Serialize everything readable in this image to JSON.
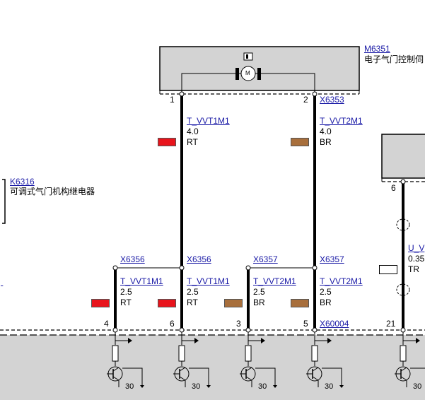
{
  "components": {
    "m6351": {
      "id": "M6351",
      "desc": "电子气门控制伺",
      "motor_glyph": "M"
    },
    "k6316": {
      "id": "K6316",
      "desc": "可调式气门机构继电器"
    }
  },
  "connectors": {
    "x6353": "X6353",
    "x6356_a": "X6356",
    "x6356_b": "X6356",
    "x6357_a": "X6357",
    "x6357_b": "X6357",
    "x60004": "X60004"
  },
  "pins": {
    "m_pin1": "1",
    "m_pin2": "2",
    "right_pin6": "6",
    "b4": "4",
    "b6": "6",
    "b3": "3",
    "b5": "5",
    "b21": "21"
  },
  "wires": [
    {
      "key": "w1",
      "name": "T_VVT1M1",
      "size": "4.0",
      "color_code": "RT",
      "swatch": "red"
    },
    {
      "key": "w2",
      "name": "T_VVT2M1",
      "size": "4.0",
      "color_code": "BR",
      "swatch": "brown"
    },
    {
      "key": "w3",
      "name": "T_VVT1M1",
      "size": "2.5",
      "color_code": "RT",
      "swatch": "red"
    },
    {
      "key": "w4",
      "name": "T_VVT1M1",
      "size": "2.5",
      "color_code": "RT",
      "swatch": "red"
    },
    {
      "key": "w5",
      "name": "T_VVT2M1",
      "size": "2.5",
      "color_code": "BR",
      "swatch": "brown"
    },
    {
      "key": "w6",
      "name": "T_VVT2M1",
      "size": "2.5",
      "color_code": "BR",
      "swatch": "brown"
    },
    {
      "key": "w7",
      "name": "U_V",
      "size": "0.35",
      "color_code": "TR",
      "swatch": "white"
    }
  ],
  "ground_labels": [
    "30",
    "30",
    "30",
    "30",
    "30"
  ],
  "colors": {
    "box_fill": "#d3d3d3",
    "link": "#1a1aa6",
    "red": "#e8141c",
    "brown": "#a86f3c",
    "wire": "#000000"
  },
  "icons": {
    "motor": "motor-symbol-icon",
    "transistor": "transistor-icon",
    "resistor": "resistor-icon",
    "ground": "ground-icon"
  }
}
